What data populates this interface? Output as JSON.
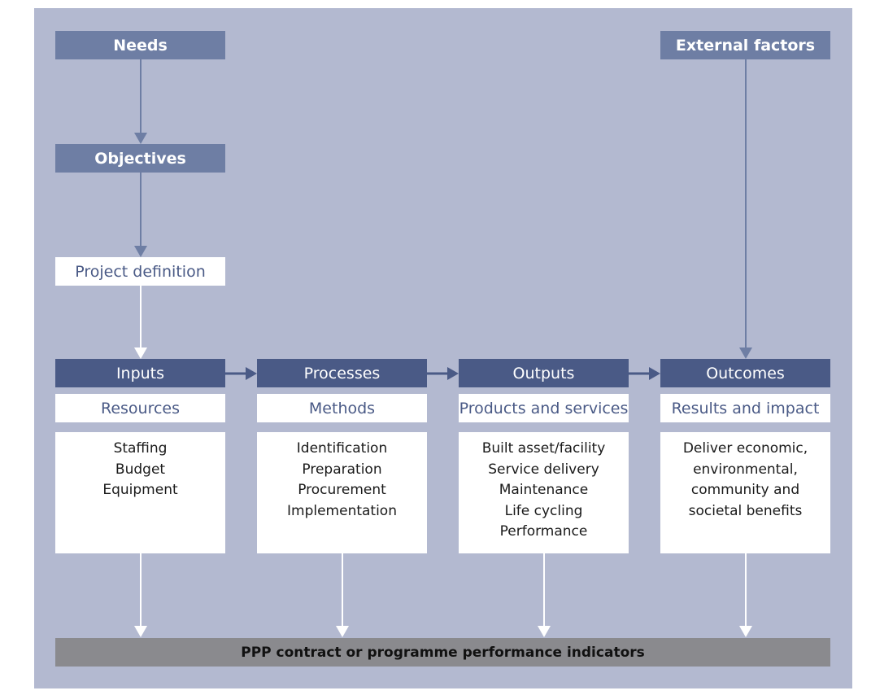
{
  "top": {
    "needs": "Needs",
    "objectives": "Objectives",
    "project_definition": "Project definition",
    "external_factors": "External factors"
  },
  "stages": [
    {
      "title": "Inputs",
      "subtitle": "Resources",
      "items": [
        "Staffing",
        "Budget",
        "Equipment"
      ]
    },
    {
      "title": "Processes",
      "subtitle": "Methods",
      "items": [
        "Identification",
        "Preparation",
        "Procurement",
        "Implementation"
      ]
    },
    {
      "title": "Outputs",
      "subtitle": "Products and services",
      "items": [
        "Built asset/facility",
        "Service delivery",
        "Maintenance",
        "Life cycling",
        "Performance"
      ]
    },
    {
      "title": "Outcomes",
      "subtitle": "Results and impact",
      "items": [
        "Deliver economic,",
        "environmental,",
        "community and",
        "societal benefits"
      ]
    }
  ],
  "bottom_bar": "PPP contract or programme performance indicators",
  "colors": {
    "panel": "#b3b9d0",
    "header_box": "#6e7ea4",
    "stage_box": "#4a5a86",
    "bottom_bar": "#8a8a8e",
    "subtitle_text": "#4a5a86"
  }
}
